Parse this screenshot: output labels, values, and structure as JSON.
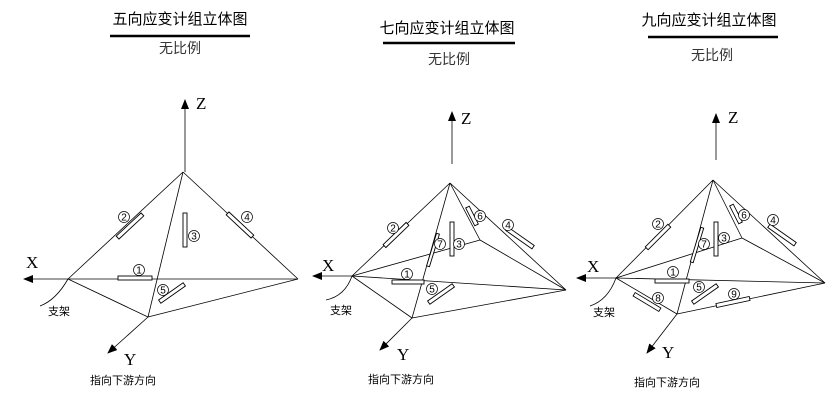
{
  "diagrams": [
    {
      "title": "五向应变计组立体图",
      "subtitle": "无比例",
      "axes": {
        "x": "X",
        "y": "Y",
        "z": "Z"
      },
      "support_label": "支架",
      "direction_label": "指向下游方向",
      "gauges": [
        "1",
        "2",
        "3",
        "4",
        "5"
      ]
    },
    {
      "title": "七向应变计组立体图",
      "subtitle": "无比例",
      "axes": {
        "x": "X",
        "y": "Y",
        "z": "Z"
      },
      "support_label": "支架",
      "direction_label": "指向下游方向",
      "gauges": [
        "1",
        "2",
        "3",
        "4",
        "5",
        "6",
        "7"
      ]
    },
    {
      "title": "九向应变计组立体图",
      "subtitle": "无比例",
      "axes": {
        "x": "X",
        "y": "Y",
        "z": "Z"
      },
      "support_label": "支架",
      "direction_label": "指向下游方向",
      "gauges": [
        "1",
        "2",
        "3",
        "4",
        "5",
        "6",
        "7",
        "8",
        "9"
      ]
    }
  ]
}
